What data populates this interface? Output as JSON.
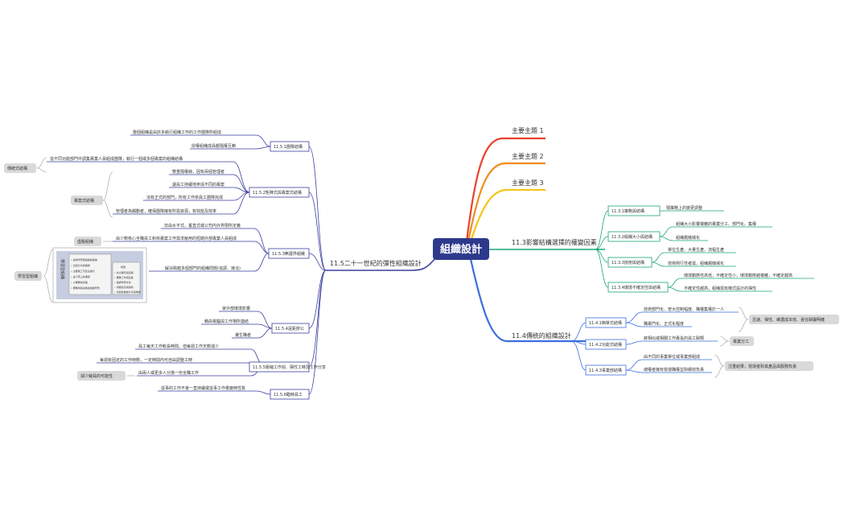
{
  "root": "組織設計",
  "colors": {
    "root_bg": "#2d3a8c",
    "topic1": "#e8432e",
    "topic2": "#f08c1e",
    "topic3": "#f5c518",
    "b113": "#1aa67c",
    "b114": "#3a6ee0",
    "b115": "#3a3f9e",
    "callout_bg": "#d9d9d9"
  },
  "top_topics": [
    "主要主題 1",
    "主要主題 2",
    "主要主題 3"
  ],
  "b113": {
    "label": "11.3影響結構選擇的權變因素",
    "children": [
      {
        "label": "11.3.1策略與結構",
        "items": [
          "隨策略上的變更調整"
        ]
      },
      {
        "label": "11.3.2組織大小與結構",
        "items": [
          "組織大小影響複雜的專業分工、部門化、集權",
          "組織趨機械化"
        ]
      },
      {
        "label": "11.3.3技術與結構",
        "items": [
          "單位生產、大量生產、流程生產",
          "技術例行性者需，組織趨機械化"
        ]
      },
      {
        "label": "11.3.4環境不確定性與結構",
        "items": [
          "環境動態性高低，不確定性小，環境動態越複雜，不確定越高",
          "不確定性越高，組織需有機式設計的彈性"
        ]
      }
    ]
  },
  "b114": {
    "label": "11.4傳統的組織設計",
    "children": [
      {
        "label": "11.4.1簡單式結構",
        "items": [
          "技術部門化、管大控制幅度、職權集權於一人",
          "職專門化、正式化程度"
        ]
      },
      {
        "label": "11.4.2功能式結構",
        "items": [
          "將相似或相關工作專長的員工歸類"
        ]
      },
      {
        "label": "11.4.3事業部結構",
        "items": [
          "由不同的事業單位或事業部組成",
          "總權者擁有營運職權並對績效負責"
        ]
      }
    ],
    "callouts": [
      "迅速、彈性、維護成本低、責任歸屬明確",
      "專業分工",
      "注重結果，營運者對其產品與服務負責"
    ]
  },
  "b115": {
    "label": "11.5二十一世紀的彈性組織設計",
    "children": [
      {
        "label": "11.5.1團隊結構",
        "items": [
          "整個組織是由許多執行組織工作的工作團隊所組成",
          "授權組織成員都隨權互賴"
        ]
      },
      {
        "label": "11.5.2矩陣式與專案式結構",
        "items": [
          "從不同功能部門中調集專業人員組成團隊，執行一個或多個專案的組織結構",
          "雙重隨權線，因有兩個管理者",
          "讓員工持續地參與不同的專案",
          "沒有正式的部門，所有工作依員工團隊完成",
          "管理者為觸動者，確保團隊擁有所需資源，有效能及效率"
        ]
      },
      {
        "label": "11.5.3無疆界組織",
        "items": [
          "非由水平式，垂直式或公司內外界限所定義",
          "由少數核心全職員工和依專案工作需求僱用的短期外部專業人員組成",
          "解決跨越多個部門的組織問題(協調、接洽)"
        ]
      },
      {
        "label": "11.5.4遠距辦公",
        "items": [
          "家外部環境影響",
          "藉由電腦與工作場所連結",
          "遷生職者"
        ]
      },
      {
        "label": "11.5.5壓縮工作週、彈性工時及工作分享",
        "items": [
          "員工每天工作較長時間，但每週工作天數減少",
          "每週有固定的工作時數，一定時間內可自由調整工時",
          "由兩人或更多人分擔一份全職工作"
        ]
      },
      {
        "label": "11.5.6臨時員工",
        "items": [
          "從事的工作不會一直持續或從事工作量變時性質"
        ]
      }
    ],
    "callouts": [
      "傳統式結構",
      "專案式結構",
      "虛擬組織",
      "學習型組織",
      "減少裁員的可能性"
    ],
    "image_card_left": [
      "• 提供學習型組織的結構",
      "• 資訊分享與溝通",
      "• 主要員工可自主進行",
      "• 由下而上的溝通",
      "• 以團隊為基礎",
      "• 團隊成員決策並組織學習"
    ],
    "image_card_right": [
      "特徵",
      "• 共享願景與目標",
      "• 團隊工作與互動",
      "• 強調學習文化",
      "• 持續改善與創新",
      "• 資訊的開放分享與溝通"
    ],
    "image_caption": "學習型組織"
  }
}
